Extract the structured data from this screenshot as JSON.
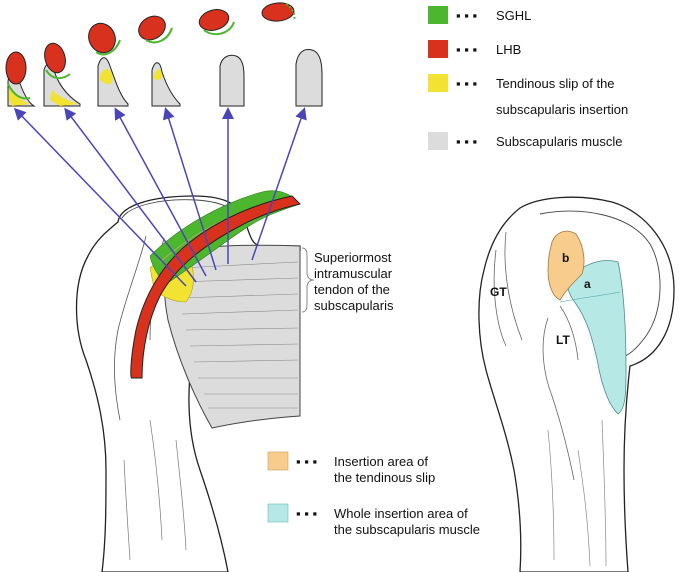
{
  "colors": {
    "sghl": "#4cb72e",
    "lhb": "#d8321f",
    "tendinous_slip": "#f2e232",
    "subscapularis": "#dcdcdc",
    "insertion_slip": "#f8cc8c",
    "whole_insertion": "#b6e8e6",
    "arrow": "#4a46b8",
    "outline": "#222222"
  },
  "legend": [
    {
      "label": "SGHL",
      "color_key": "sghl"
    },
    {
      "label": "LHB",
      "color_key": "lhb"
    },
    {
      "label": "Tendinous slip of the",
      "label_line2": "subscapularis insertion",
      "color_key": "tendinous_slip"
    },
    {
      "label": "Subscapularis muscle",
      "color_key": "subscapularis"
    }
  ],
  "annotation": {
    "line1": "Superiormost",
    "line2": "intramuscular",
    "line3": "tendon of the",
    "line4": "subscapularis"
  },
  "bottom_legend": [
    {
      "line1": "Insertion area of",
      "line2": "the tendinous slip",
      "color_key": "insertion_slip"
    },
    {
      "line1": "Whole insertion area of",
      "line2": "the subscapularis muscle",
      "color_key": "whole_insertion"
    }
  ],
  "right_labels": {
    "gt": "GT",
    "lt": "LT",
    "a": "a",
    "b": "b"
  }
}
